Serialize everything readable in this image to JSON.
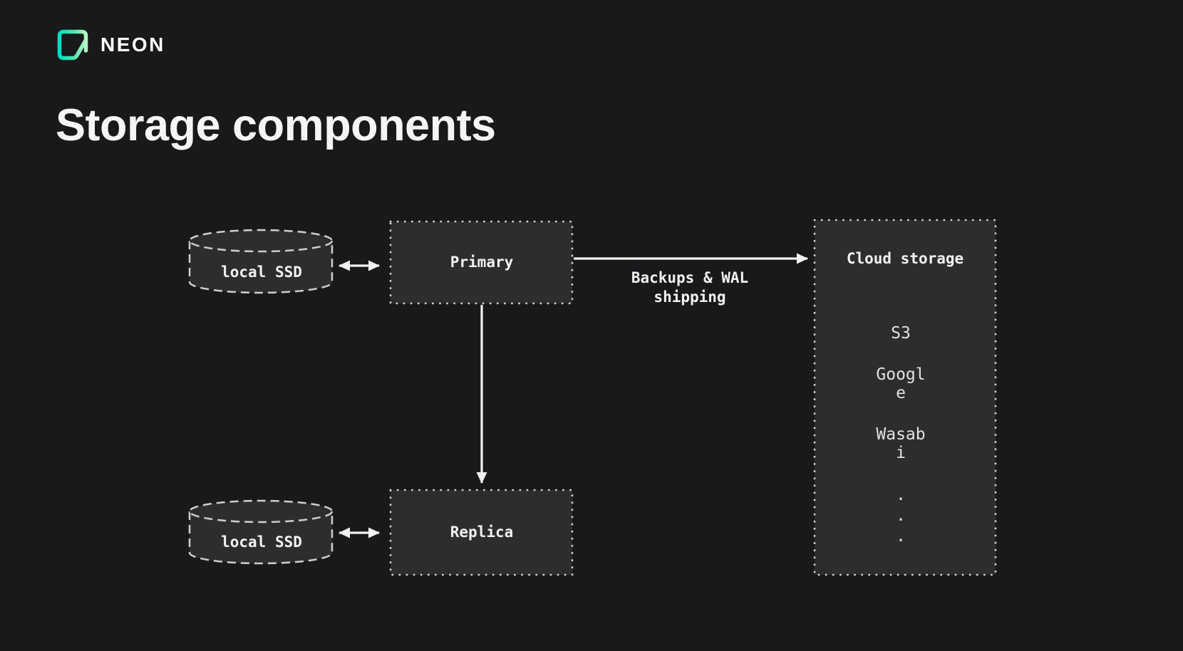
{
  "brand": {
    "wordmark": "NEON"
  },
  "page_title": "Storage components",
  "diagram": {
    "local_ssd_top": {
      "label": "local SSD"
    },
    "primary": {
      "label": "Primary"
    },
    "replica": {
      "label": "Replica"
    },
    "local_ssd_bottom": {
      "label": "local SSD"
    },
    "cloud": {
      "title": "Cloud storage",
      "providers": [
        "S3",
        "Google",
        "Wasabi"
      ],
      "ellipsis": ".\n.\n."
    },
    "edges": {
      "backups_label": "Backups & WAL shipping"
    }
  },
  "colors": {
    "background": "#18191b",
    "node_fill": "#2d2d2d",
    "node_stroke": "#d4d4d4",
    "arrow": "#f2f2f2",
    "text": "#f2f2f2",
    "logo_gradient_start": "#00dcc4",
    "logo_gradient_end": "#b7f7c2"
  }
}
